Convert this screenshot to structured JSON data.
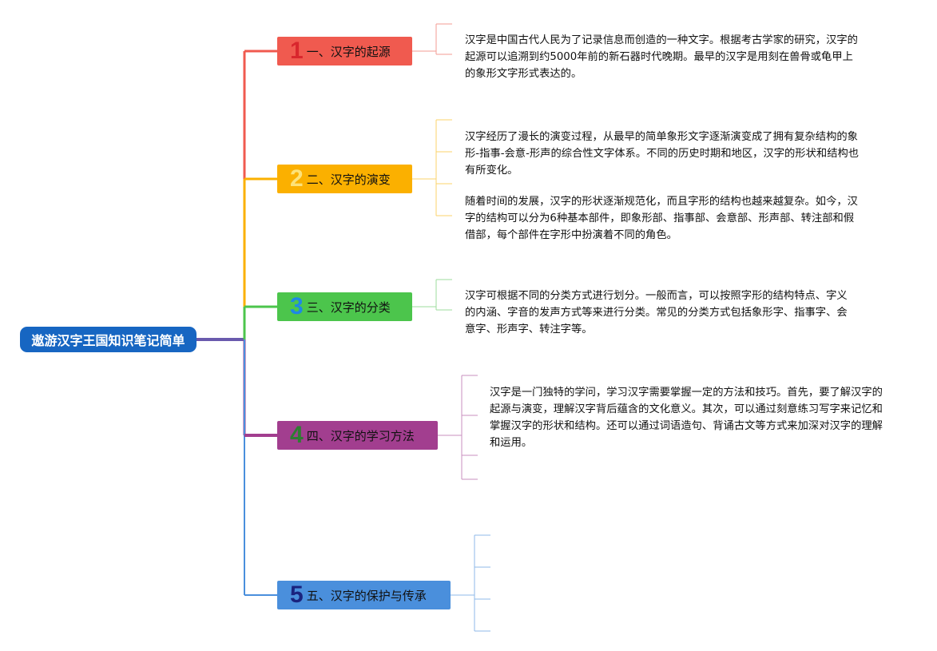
{
  "root": {
    "title": "遨游汉字王国知识笔记简单"
  },
  "branches": [
    {
      "num": "1",
      "label": "一、汉字的起源",
      "color": "#f05a4f",
      "num_color": "#d9262d"
    },
    {
      "num": "2",
      "label": "二、汉字的演变",
      "color": "#fbb000",
      "num_color": "#fde27a"
    },
    {
      "num": "3",
      "label": "三、汉字的分类",
      "color": "#4cc54c",
      "num_color": "#1e88e5"
    },
    {
      "num": "4",
      "label": "四、汉字的学习方法",
      "color": "#a23e8f",
      "num_color": "#2e7d32"
    },
    {
      "num": "5",
      "label": "五、汉字的保护与传承",
      "color": "#4a8fdc",
      "num_color": "#1a237e"
    }
  ],
  "notes": {
    "origin": "汉字是中国古代人民为了记录信息而创造的一种文字。根据考古学家的研究，汉字的起源可以追溯到约5000年前的新石器时代晚期。最早的汉字是用刻在兽骨或龟甲上的象形文字形式表达的。",
    "evolution_1": "汉字经历了漫长的演变过程，从最早的简单象形文字逐渐演变成了拥有复杂结构的象形-指事-会意-形声的综合性文字体系。不同的历史时期和地区，汉字的形状和结构也有所变化。",
    "evolution_2": "随着时间的发展，汉字的形状逐渐规范化，而且字形的结构也越来越复杂。如今，汉字的结构可以分为6种基本部件，即象形部、指事部、会意部、形声部、转注部和假借部，每个部件在字形中扮演着不同的角色。",
    "classification": "汉字可根据不同的分类方式进行划分。一般而言，可以按照字形的结构特点、字义的内涵、字音的发声方式等来进行分类。常见的分类方式包括象形字、指事字、会意字、形声字、转注字等。",
    "learning": "汉字是一门独特的学问，学习汉字需要掌握一定的方法和技巧。首先，要了解汉字的起源与演变，理解汉字背后蕴含的文化意义。其次，可以通过刻意练习写字来记忆和掌握汉字的形状和结构。还可以通过词语造句、背诵古文等方式来加深对汉字的理解和运用。"
  }
}
